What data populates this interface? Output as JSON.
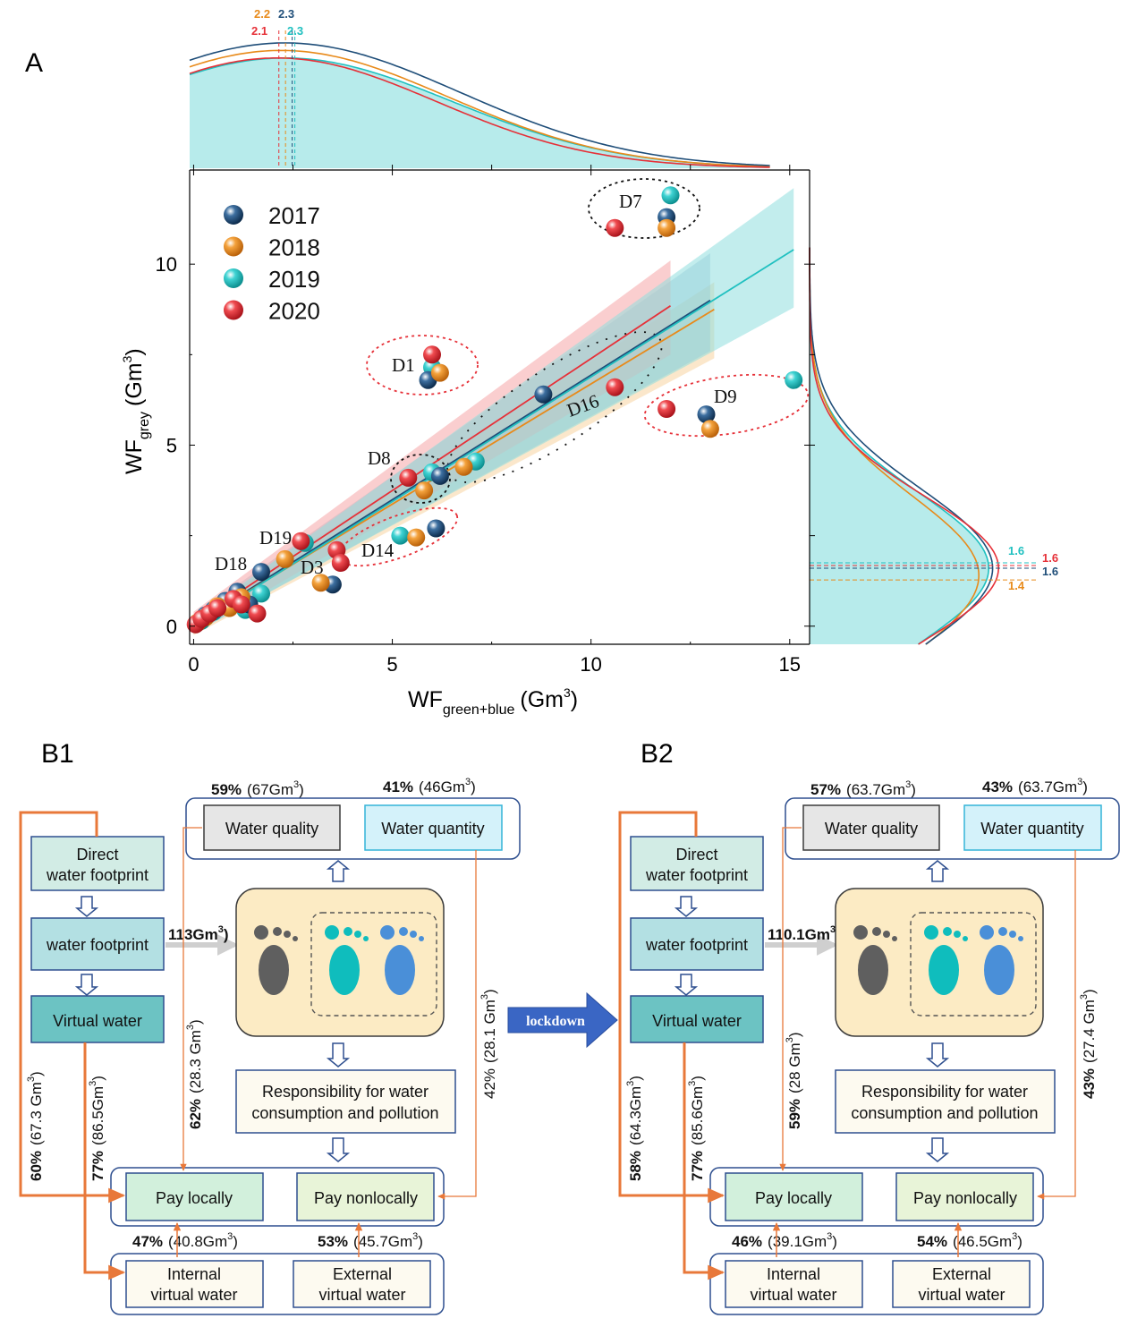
{
  "colors": {
    "2017": "#1f4e79",
    "2018": "#e88a1a",
    "2019": "#20c0c0",
    "2020": "#e63038",
    "density_fill": "#b7ebeb",
    "box_border": "#2e4f8f",
    "arrow_orange": "#e8783a",
    "footprint_bg": "#fcebc4"
  },
  "panel_a": {
    "label": "A",
    "x_label_main": "WF",
    "x_label_sub": "green+blue",
    "x_label_unit": "(Gm",
    "x_label_sup": "3",
    "x_label_close": ")",
    "y_label_main": "WF",
    "y_label_sub": "grey",
    "y_label_unit": "(Gm",
    "y_label_sup": "3",
    "y_label_close": ")",
    "top_density_peaks": [
      {
        "text": "2.2",
        "series": "2018"
      },
      {
        "text": "2.3",
        "series": "2017"
      },
      {
        "text": "2.1",
        "series": "2020"
      },
      {
        "text": "2.3",
        "series": "2019"
      }
    ],
    "right_density_peaks": [
      {
        "text": "1.6",
        "series": "2019"
      },
      {
        "text": "1.6",
        "series": "2020"
      },
      {
        "text": "1.6",
        "series": "2017"
      },
      {
        "text": "1.4",
        "series": "2018"
      }
    ]
  },
  "chart_data": {
    "type": "scatter",
    "xlim": [
      -0.1,
      15.5
    ],
    "ylim": [
      -0.5,
      12.6
    ],
    "x_ticks": [
      0,
      5,
      10,
      15
    ],
    "x_tick_labels": [
      "0",
      "5",
      "10",
      "15"
    ],
    "y_ticks": [
      0,
      5,
      10
    ],
    "y_tick_labels": [
      "0",
      "5",
      "10"
    ],
    "legend": {
      "placement": "top-left",
      "entries": [
        "2017",
        "2018",
        "2019",
        "2020"
      ]
    },
    "series": [
      {
        "name": "2017",
        "points": [
          [
            0.1,
            0.1
          ],
          [
            0.3,
            0.3
          ],
          [
            0.5,
            0.45
          ],
          [
            0.8,
            0.7
          ],
          [
            1.1,
            0.95
          ],
          [
            1.4,
            0.6
          ],
          [
            1.7,
            1.5
          ],
          [
            3.5,
            1.15
          ],
          [
            5.9,
            6.8
          ],
          [
            6.2,
            4.15
          ],
          [
            6.1,
            2.7
          ],
          [
            8.8,
            6.4
          ],
          [
            11.9,
            11.3
          ],
          [
            12.9,
            5.85
          ]
        ],
        "fit": [
          [
            0,
            0.05
          ],
          [
            13,
            9.0
          ]
        ]
      },
      {
        "name": "2018",
        "points": [
          [
            0.1,
            0.1
          ],
          [
            0.3,
            0.25
          ],
          [
            0.6,
            0.55
          ],
          [
            0.9,
            0.5
          ],
          [
            1.2,
            0.8
          ],
          [
            2.3,
            1.85
          ],
          [
            3.2,
            1.2
          ],
          [
            5.6,
            2.45
          ],
          [
            5.8,
            3.75
          ],
          [
            6.2,
            7.0
          ],
          [
            6.8,
            4.4
          ],
          [
            11.9,
            11.0
          ],
          [
            13.0,
            5.45
          ]
        ],
        "fit": [
          [
            0,
            0.05
          ],
          [
            13.1,
            8.75
          ]
        ]
      },
      {
        "name": "2019",
        "points": [
          [
            0.2,
            0.15
          ],
          [
            0.5,
            0.4
          ],
          [
            0.8,
            0.65
          ],
          [
            1.3,
            0.45
          ],
          [
            1.7,
            0.9
          ],
          [
            2.8,
            2.3
          ],
          [
            5.2,
            2.5
          ],
          [
            6.0,
            7.15
          ],
          [
            6.0,
            4.25
          ],
          [
            7.1,
            4.55
          ],
          [
            12.0,
            11.9
          ],
          [
            15.1,
            6.8
          ]
        ],
        "fit": [
          [
            0,
            0.0
          ],
          [
            15.1,
            10.4
          ]
        ]
      },
      {
        "name": "2020",
        "points": [
          [
            0.05,
            0.05
          ],
          [
            0.2,
            0.2
          ],
          [
            0.4,
            0.35
          ],
          [
            0.6,
            0.5
          ],
          [
            1.0,
            0.75
          ],
          [
            1.2,
            0.6
          ],
          [
            1.6,
            0.35
          ],
          [
            2.7,
            2.35
          ],
          [
            3.6,
            2.1
          ],
          [
            3.7,
            1.75
          ],
          [
            5.4,
            4.1
          ],
          [
            6.0,
            7.5
          ],
          [
            10.6,
            6.6
          ],
          [
            10.6,
            11.0
          ],
          [
            11.9,
            6.0
          ]
        ],
        "fit": [
          [
            0,
            0.1
          ],
          [
            12,
            8.85
          ]
        ]
      }
    ],
    "groups": [
      {
        "label": "D7",
        "style": "black"
      },
      {
        "label": "D1",
        "style": "red"
      },
      {
        "label": "D9",
        "style": "red"
      },
      {
        "label": "D16",
        "style": "black"
      },
      {
        "label": "D8",
        "style": "black"
      },
      {
        "label": "D14",
        "style": "red"
      },
      {
        "label": "D19",
        "style": "none"
      },
      {
        "label": "D18",
        "style": "none"
      },
      {
        "label": "D3",
        "style": "none"
      }
    ],
    "top_density_peak_x": {
      "2017": 2.3,
      "2018": 2.2,
      "2019": 2.3,
      "2020": 2.1
    },
    "right_density_peak_y": {
      "2017": 1.6,
      "2018": 1.4,
      "2019": 1.6,
      "2020": 1.6
    }
  },
  "panel_b1": {
    "label": "B1",
    "quality_pct": "59%",
    "quality_val": "(67Gm",
    "quantity_pct": "41%",
    "quantity_val": "(46Gm",
    "water_quality": "Water quality",
    "water_quantity": "Water quantity",
    "direct_line1": "Direct",
    "direct_line2": "water footprint",
    "water_footprint": "water footprint",
    "virtual_water": "Virtual water",
    "flow_value": "113Gm",
    "resp_line1": "Responsibility for water",
    "resp_line2": "consumption and pollution",
    "pay_locally": "Pay locally",
    "pay_nonlocally": "Pay nonlocally",
    "internal_line1": "Internal",
    "internal_line2": "virtual water",
    "external_line1": "External",
    "external_line2": "virtual water",
    "left_pct": "60%",
    "left_val": "(67.3 Gm",
    "vw_pct": "77%",
    "vw_val": "(86.5Gm",
    "quality_flow_pct": "62%",
    "quality_flow_val": "(28.3 Gm",
    "quantity_flow_pct": "42%",
    "quantity_flow_val": "(28.1 Gm",
    "internal_pct": "47%",
    "internal_val": "(40.8Gm",
    "external_pct": "53%",
    "external_val": "(45.7Gm"
  },
  "panel_b2": {
    "label": "B2",
    "quality_pct": "57%",
    "quality_val": "(63.7Gm",
    "quantity_pct": "43%",
    "quantity_val": "(63.7Gm",
    "water_quality": "Water quality",
    "water_quantity": "Water quantity",
    "direct_line1": "Direct",
    "direct_line2": "water footprint",
    "water_footprint": "water footprint",
    "virtual_water": "Virtual water",
    "flow_value": "110.1Gm",
    "resp_line1": "Responsibility for water",
    "resp_line2": "consumption and pollution",
    "pay_locally": "Pay locally",
    "pay_nonlocally": "Pay nonlocally",
    "internal_line1": "Internal",
    "internal_line2": "virtual water",
    "external_line1": "External",
    "external_line2": "virtual water",
    "left_pct": "58%",
    "left_val": "(64.3Gm",
    "vw_pct": "77%",
    "vw_val": "(85.6Gm",
    "quality_flow_pct": "59%",
    "quality_flow_val": "(28 Gm",
    "quantity_flow_pct": "43%",
    "quantity_flow_val": "(27.4 Gm",
    "internal_pct": "46%",
    "internal_val": "(39.1Gm",
    "external_pct": "54%",
    "external_val": "(46.5Gm"
  },
  "lockdown_label": "lockdown",
  "superscript_3": "3",
  "close_paren": ")"
}
